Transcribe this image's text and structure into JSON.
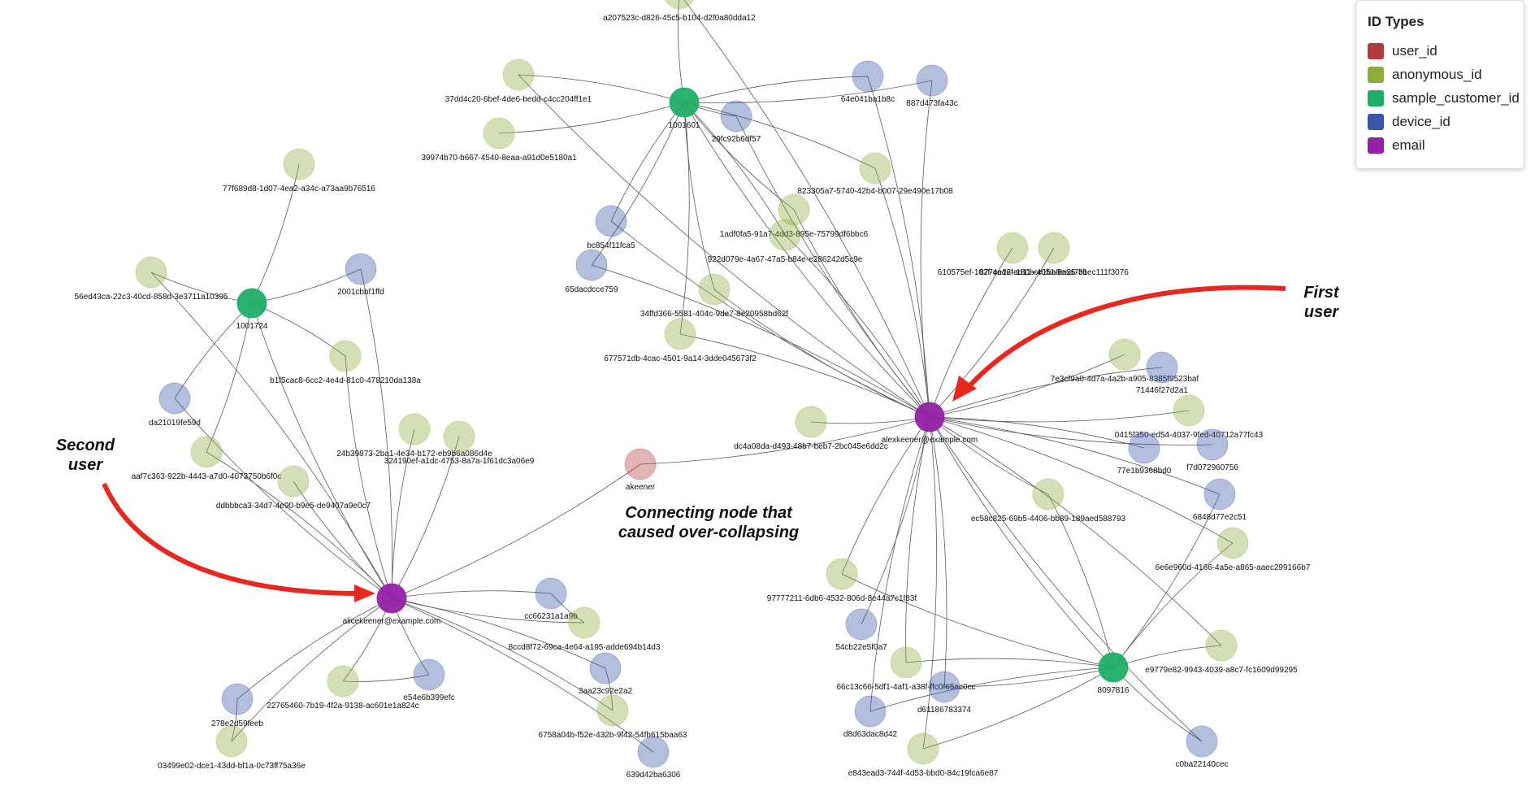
{
  "legend": {
    "title": "ID Types",
    "types": [
      {
        "key": "user_id",
        "label": "user_id",
        "color": "#b03a3f"
      },
      {
        "key": "anonymous_id",
        "label": "anonymous_id",
        "color": "#8fac3c"
      },
      {
        "key": "sample_customer_id",
        "label": "sample_customer_id",
        "color": "#1fae66"
      },
      {
        "key": "device_id",
        "label": "device_id",
        "color": "#3b56a8"
      },
      {
        "key": "email",
        "label": "email",
        "color": "#9420a8"
      }
    ]
  },
  "annotations": [
    {
      "id": "first-user",
      "lines": [
        "First",
        "user"
      ]
    },
    {
      "id": "second-user",
      "lines": [
        "Second",
        "user"
      ]
    },
    {
      "id": "connecting-node",
      "lines": [
        "Connecting node that",
        "caused over-collapsing"
      ]
    }
  ],
  "nodes": [
    {
      "id": "a207",
      "label": "a207523c-d826-45c5-b104-d2f0a80dda12",
      "type": "anonymous_id"
    },
    {
      "id": "37dd",
      "label": "37dd4c20-6bef-4de6-bedd-c4cc204ff1e1",
      "type": "anonymous_id"
    },
    {
      "id": "3997",
      "label": "39974b70-b667-4540-8eaa-a91d0e5180a1",
      "type": "anonymous_id"
    },
    {
      "id": "1001601",
      "label": "1001601",
      "type": "sample_customer_id"
    },
    {
      "id": "29fc",
      "label": "29fc92b6df57",
      "type": "device_id"
    },
    {
      "id": "64e0",
      "label": "64e041ba1b8c",
      "type": "device_id"
    },
    {
      "id": "887d",
      "label": "887d473fa43c",
      "type": "device_id"
    },
    {
      "id": "8233",
      "label": "823305a7-5740-42b4-b007-29e490e17b08",
      "type": "anonymous_id"
    },
    {
      "id": "1adf",
      "label": "1adf0fa5-91a7-4dd3-895e-75799df6bbc6",
      "type": "anonymous_id"
    },
    {
      "id": "922d",
      "label": "922d079e-4a67-47a5-b84e-e286242d5c9e",
      "type": "anonymous_id"
    },
    {
      "id": "bc85",
      "label": "bc854f11fca5",
      "type": "device_id"
    },
    {
      "id": "65da",
      "label": "65dacdcce759",
      "type": "device_id"
    },
    {
      "id": "34ff",
      "label": "34ffd366-5581-404c-9de7-8e20958bd62f",
      "type": "anonymous_id"
    },
    {
      "id": "6775",
      "label": "677571db-4cac-4501-9a14-3dde045673f2",
      "type": "anonymous_id"
    },
    {
      "id": "6105",
      "label": "610575ef-102f-4ad6-ad11-ce1ba8eaa7b1",
      "type": "anonymous_id"
    },
    {
      "id": "877e",
      "label": "877ee12f-180b-4051-8a25-3bec111f3076",
      "type": "anonymous_id"
    },
    {
      "id": "77f6",
      "label": "77f689d8-1d07-4ea2-a34c-a73aa9b76516",
      "type": "anonymous_id"
    },
    {
      "id": "56ed",
      "label": "56ed43ca-22c3-40cd-858d-3e3711a10395",
      "type": "anonymous_id"
    },
    {
      "id": "1001724",
      "label": "1001724",
      "type": "sample_customer_id"
    },
    {
      "id": "2001",
      "label": "2001cbbf1ffd",
      "type": "device_id"
    },
    {
      "id": "b1f5",
      "label": "b1f5cac8-6cc2-4e4d-81c0-478210da138a",
      "type": "anonymous_id"
    },
    {
      "id": "da21",
      "label": "da21019fe59d",
      "type": "device_id"
    },
    {
      "id": "aaf7",
      "label": "aaf7c363-922b-4443-a7d0-4073750b6f0c",
      "type": "anonymous_id"
    },
    {
      "id": "24b3",
      "label": "24b39873-2ba1-4e34-b172-eb9b6a086d4e",
      "type": "anonymous_id"
    },
    {
      "id": "3241",
      "label": "324190ef-a1dc-4753-8a7a-1f61dc3a06e9",
      "type": "anonymous_id"
    },
    {
      "id": "ddbb",
      "label": "ddbbbca3-34d7-4e90-b9e5-de9407a9e0c7",
      "type": "anonymous_id"
    },
    {
      "id": "akeener",
      "label": "akeener",
      "type": "user_id"
    },
    {
      "id": "dc4a",
      "label": "dc4a08da-d493-48b7-beb7-2bc045e6dd2c",
      "type": "anonymous_id"
    },
    {
      "id": "alex",
      "label": "alexkeener@example.com",
      "type": "email"
    },
    {
      "id": "7e3c",
      "label": "7e3cf9a0-4d7a-4a2b-a905-8385f9523baf",
      "type": "anonymous_id"
    },
    {
      "id": "7144",
      "label": "71446f27d2a1",
      "type": "device_id"
    },
    {
      "id": "0415",
      "label": "0415f350-ed54-4037-9fed-40712a77fc43",
      "type": "anonymous_id"
    },
    {
      "id": "77e1",
      "label": "77e1b9368bd0",
      "type": "device_id"
    },
    {
      "id": "f7d0",
      "label": "f7d072960756",
      "type": "device_id"
    },
    {
      "id": "6848",
      "label": "6848d77e2c51",
      "type": "device_id"
    },
    {
      "id": "ec58",
      "label": "ec58c825-69b5-4406-bb89-189aed588793",
      "type": "anonymous_id"
    },
    {
      "id": "6e6e",
      "label": "6e6e960d-4166-4a5e-a865-aaec299166b7",
      "type": "anonymous_id"
    },
    {
      "id": "9777",
      "label": "97777211-6db6-4532-806d-8e44a7c1f83f",
      "type": "anonymous_id"
    },
    {
      "id": "54cb",
      "label": "54cb22e5f0a7",
      "type": "device_id"
    },
    {
      "id": "66c1",
      "label": "66c13c66-5df1-4af1-a38f-ffc0f65ac0cc",
      "type": "anonymous_id"
    },
    {
      "id": "d611",
      "label": "d61186783374",
      "type": "device_id"
    },
    {
      "id": "d8d6",
      "label": "d8d63dac8d42",
      "type": "device_id"
    },
    {
      "id": "e843",
      "label": "e843ead3-744f-4d53-bbd0-84c19fca6e87",
      "type": "anonymous_id"
    },
    {
      "id": "8097816",
      "label": "8097816",
      "type": "sample_customer_id"
    },
    {
      "id": "e977",
      "label": "e9779e82-9943-4039-a8c7-fc1609d99295",
      "type": "anonymous_id"
    },
    {
      "id": "c0ba",
      "label": "c0ba22140cec",
      "type": "device_id"
    },
    {
      "id": "alice",
      "label": "alicekeener@example.com",
      "type": "email"
    },
    {
      "id": "cc66",
      "label": "cc66231a1a9b",
      "type": "device_id"
    },
    {
      "id": "8ccd",
      "label": "8ccd8f72-69ca-4e64-a195-adde694b14d3",
      "type": "anonymous_id"
    },
    {
      "id": "2276",
      "label": "22765460-7b19-4f2a-9138-ac601e1a824c",
      "type": "anonymous_id"
    },
    {
      "id": "e54e",
      "label": "e54e6b399efc",
      "type": "device_id"
    },
    {
      "id": "3aa2",
      "label": "3aa23c92e2a2",
      "type": "device_id"
    },
    {
      "id": "278e",
      "label": "278e2d59feeb",
      "type": "device_id"
    },
    {
      "id": "6758",
      "label": "6758a04b-f52e-432b-9f42-54fb615baa63",
      "type": "anonymous_id"
    },
    {
      "id": "0349",
      "label": "03499e02-dce1-43dd-bf1a-0c73ff75a36e",
      "type": "anonymous_id"
    },
    {
      "id": "639d",
      "label": "639d42ba6306",
      "type": "device_id"
    }
  ],
  "edges": [
    [
      "1001601",
      "37dd"
    ],
    [
      "1001601",
      "3997"
    ],
    [
      "1001601",
      "29fc"
    ],
    [
      "1001601",
      "64e0"
    ],
    [
      "1001601",
      "887d"
    ],
    [
      "1001601",
      "8233"
    ],
    [
      "1001601",
      "1adf"
    ],
    [
      "1001601",
      "922d"
    ],
    [
      "1001601",
      "bc85"
    ],
    [
      "1001601",
      "65da"
    ],
    [
      "1001601",
      "34ff"
    ],
    [
      "1001601",
      "6775"
    ],
    [
      "1001601",
      "alex"
    ],
    [
      "1001601",
      "a207"
    ],
    [
      "1001724",
      "77f6"
    ],
    [
      "1001724",
      "56ed"
    ],
    [
      "1001724",
      "2001"
    ],
    [
      "1001724",
      "b1f5"
    ],
    [
      "1001724",
      "da21"
    ],
    [
      "1001724",
      "aaf7"
    ],
    [
      "1001724",
      "alice"
    ],
    [
      "alex",
      "akeener"
    ],
    [
      "alice",
      "akeener"
    ],
    [
      "alex",
      "dc4a"
    ],
    [
      "alex",
      "7e3c"
    ],
    [
      "alex",
      "7144"
    ],
    [
      "alex",
      "0415"
    ],
    [
      "alex",
      "77e1"
    ],
    [
      "alex",
      "f7d0"
    ],
    [
      "alex",
      "6848"
    ],
    [
      "alex",
      "ec58"
    ],
    [
      "alex",
      "6e6e"
    ],
    [
      "alex",
      "9777"
    ],
    [
      "alex",
      "54cb"
    ],
    [
      "alex",
      "66c1"
    ],
    [
      "alex",
      "d611"
    ],
    [
      "alex",
      "d8d6"
    ],
    [
      "alex",
      "e843"
    ],
    [
      "alex",
      "8097816"
    ],
    [
      "alex",
      "e977"
    ],
    [
      "alex",
      "c0ba"
    ],
    [
      "alex",
      "6105"
    ],
    [
      "alex",
      "877e"
    ],
    [
      "alex",
      "29fc"
    ],
    [
      "alex",
      "64e0"
    ],
    [
      "alex",
      "887d"
    ],
    [
      "alex",
      "8233"
    ],
    [
      "alex",
      "1adf"
    ],
    [
      "alex",
      "922d"
    ],
    [
      "alex",
      "bc85"
    ],
    [
      "alex",
      "65da"
    ],
    [
      "alex",
      "34ff"
    ],
    [
      "alex",
      "6775"
    ],
    [
      "alex",
      "37dd"
    ],
    [
      "alex",
      "a207"
    ],
    [
      "8097816",
      "e977"
    ],
    [
      "8097816",
      "c0ba"
    ],
    [
      "8097816",
      "6e6e"
    ],
    [
      "8097816",
      "6848"
    ],
    [
      "8097816",
      "9777"
    ],
    [
      "8097816",
      "66c1"
    ],
    [
      "8097816",
      "d611"
    ],
    [
      "8097816",
      "d8d6"
    ],
    [
      "8097816",
      "e843"
    ],
    [
      "8097816",
      "ec58"
    ],
    [
      "alice",
      "da21"
    ],
    [
      "alice",
      "aaf7"
    ],
    [
      "alice",
      "24b3"
    ],
    [
      "alice",
      "3241"
    ],
    [
      "alice",
      "ddbb"
    ],
    [
      "alice",
      "2001"
    ],
    [
      "alice",
      "b1f5"
    ],
    [
      "alice",
      "56ed"
    ],
    [
      "alice",
      "cc66"
    ],
    [
      "alice",
      "8ccd"
    ],
    [
      "alice",
      "2276"
    ],
    [
      "alice",
      "e54e"
    ],
    [
      "alice",
      "3aa2"
    ],
    [
      "alice",
      "278e"
    ],
    [
      "alice",
      "6758"
    ],
    [
      "alice",
      "0349"
    ],
    [
      "alice",
      "639d"
    ],
    [
      "2276",
      "e54e"
    ],
    [
      "278e",
      "0349"
    ],
    [
      "cc66",
      "8ccd"
    ],
    [
      "3aa2",
      "6758"
    ]
  ]
}
